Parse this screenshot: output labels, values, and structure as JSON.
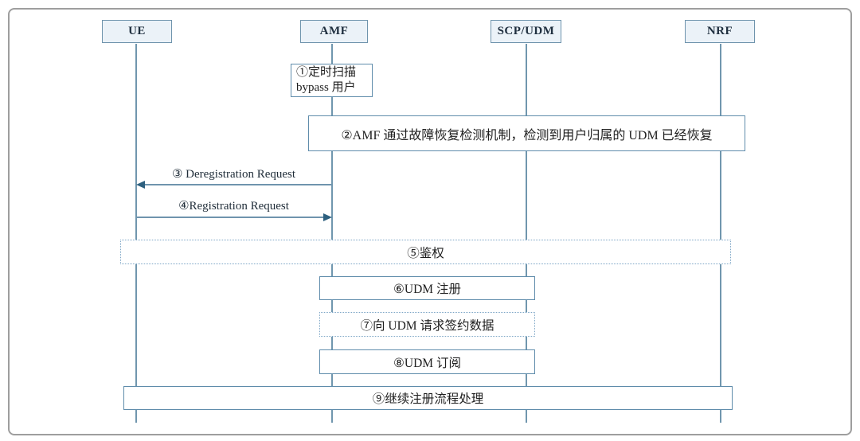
{
  "diagram": {
    "type": "sequence-diagram",
    "actors": [
      {
        "name": "UE"
      },
      {
        "name": "AMF"
      },
      {
        "name": "SCP/UDM"
      },
      {
        "name": "NRF"
      }
    ],
    "steps": {
      "s1": {
        "line1": "①定时扫描",
        "line2": "bypass 用户",
        "lifeline": "AMF",
        "style": "solid"
      },
      "s2": {
        "label": "②AMF 通过故障恢复检测机制，检测到用户归属的 UDM 已经恢复",
        "style": "solid"
      },
      "s5": {
        "label": "⑤鉴权",
        "style": "dotted"
      },
      "s6": {
        "label": "⑥UDM 注册",
        "style": "solid"
      },
      "s7": {
        "label": "⑦向 UDM 请求签约数据",
        "style": "dotted"
      },
      "s8": {
        "label": "⑧UDM 订阅",
        "style": "solid"
      },
      "s9": {
        "label": "⑨继续注册流程处理",
        "style": "solid"
      }
    },
    "messages": {
      "m3": {
        "label": "③ Deregistration Request",
        "from": "AMF",
        "to": "UE",
        "direction": "left"
      },
      "m4": {
        "label": "④Registration Request",
        "from": "UE",
        "to": "AMF",
        "direction": "right"
      }
    },
    "colors": {
      "lifeline": "#7096ae",
      "box_border": "#5f8cab",
      "dotted_border": "#7da6c6",
      "actor_fill": "#ebf2f8",
      "arrowhead": "#2d607f",
      "text": "#1f1f1f",
      "frame_border": "#9e9e9e"
    }
  }
}
